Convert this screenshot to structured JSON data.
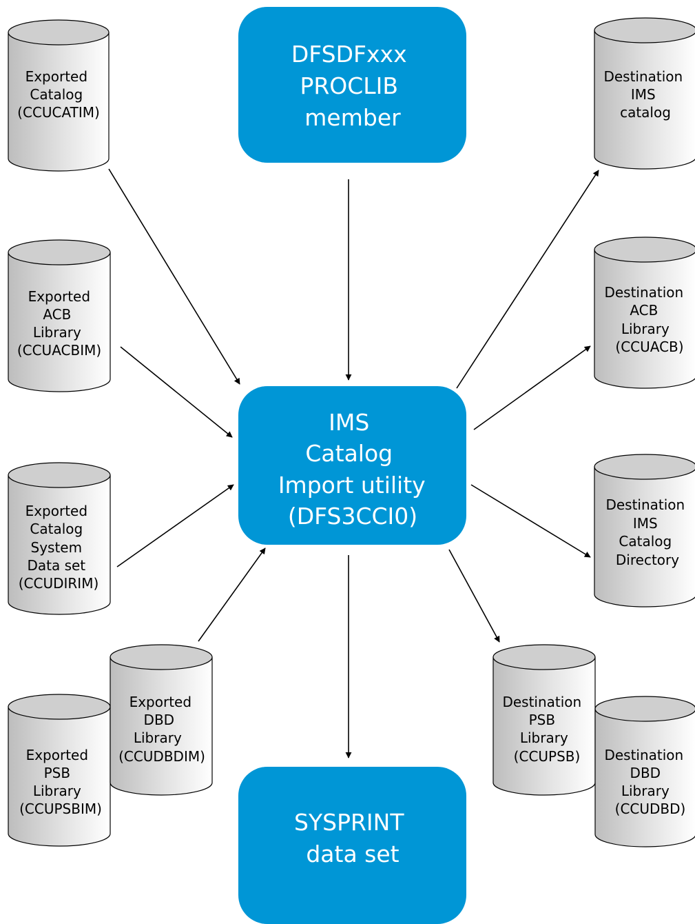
{
  "colors": {
    "box_fill": "#0096d6",
    "cylinder_stroke": "#000000",
    "arrow": "#000000"
  },
  "boxes": {
    "proclib": {
      "lines": [
        "DFSDFxxx",
        "PROCLIB",
        "member"
      ]
    },
    "utility": {
      "lines": [
        "IMS",
        "Catalog",
        "Import utility",
        "(DFS3CCI0)"
      ]
    },
    "sysprint": {
      "lines": [
        "SYSPRINT",
        "data set"
      ]
    }
  },
  "inputs": {
    "exported_catalog": {
      "lines": [
        "Exported",
        "Catalog",
        "(CCUCATIM)"
      ]
    },
    "exported_acb": {
      "lines": [
        "Exported",
        "ACB",
        "Library",
        "(CCUACBIM)"
      ]
    },
    "exported_directory": {
      "lines": [
        "Exported",
        "Catalog",
        "System",
        "Data set",
        "(CCUDIRIM)"
      ]
    },
    "exported_dbd": {
      "lines": [
        "Exported",
        "DBD",
        "Library",
        "(CCUDBDIM)"
      ]
    },
    "exported_psb": {
      "lines": [
        "Exported",
        "PSB",
        "Library",
        "(CCUPSBIM)"
      ]
    }
  },
  "outputs": {
    "dest_catalog": {
      "lines": [
        "Destination",
        "IMS",
        "catalog"
      ]
    },
    "dest_acb": {
      "lines": [
        "Destination",
        "ACB",
        "Library",
        "(CCUACB)"
      ]
    },
    "dest_directory": {
      "lines": [
        "Destination",
        "IMS",
        "Catalog",
        "Directory"
      ]
    },
    "dest_psb": {
      "lines": [
        "Destination",
        "PSB",
        "Library",
        "(CCUPSB)"
      ]
    },
    "dest_dbd": {
      "lines": [
        "Destination",
        "DBD",
        "Library",
        "(CCUDBD)"
      ]
    }
  }
}
